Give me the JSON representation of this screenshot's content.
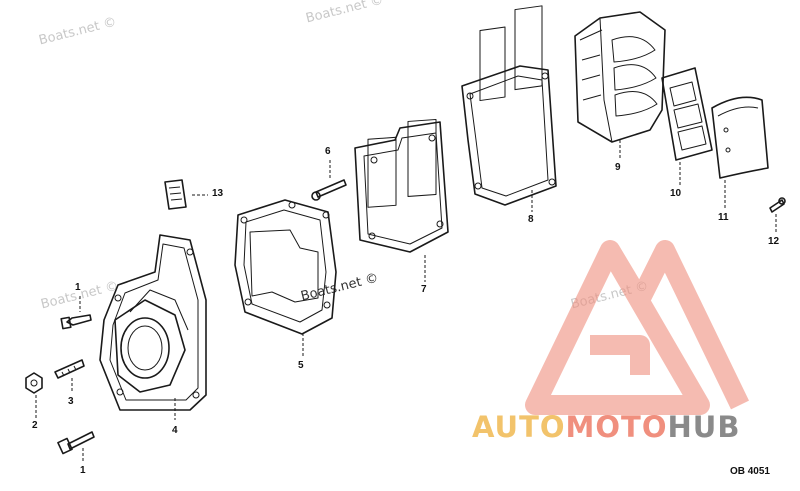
{
  "watermark": {
    "text": "Boats.net ©"
  },
  "callouts": {
    "part_1a": "1",
    "part_1b": "1",
    "part_2": "2",
    "part_3": "3",
    "part_4": "4",
    "part_5": "5",
    "part_6": "6",
    "part_7": "7",
    "part_8": "8",
    "part_9": "9",
    "part_10": "10",
    "part_11": "11",
    "part_12": "12",
    "part_13": "13"
  },
  "diagram_code": "OB 4051",
  "brand": {
    "part1": "AUTO",
    "part2": "MOTO",
    "part3": "HUB",
    "colors": {
      "auto": "#f2c36b",
      "moto": "#f08f7e",
      "hub": "#8a8a8a",
      "logo": "#f08f7e"
    }
  }
}
